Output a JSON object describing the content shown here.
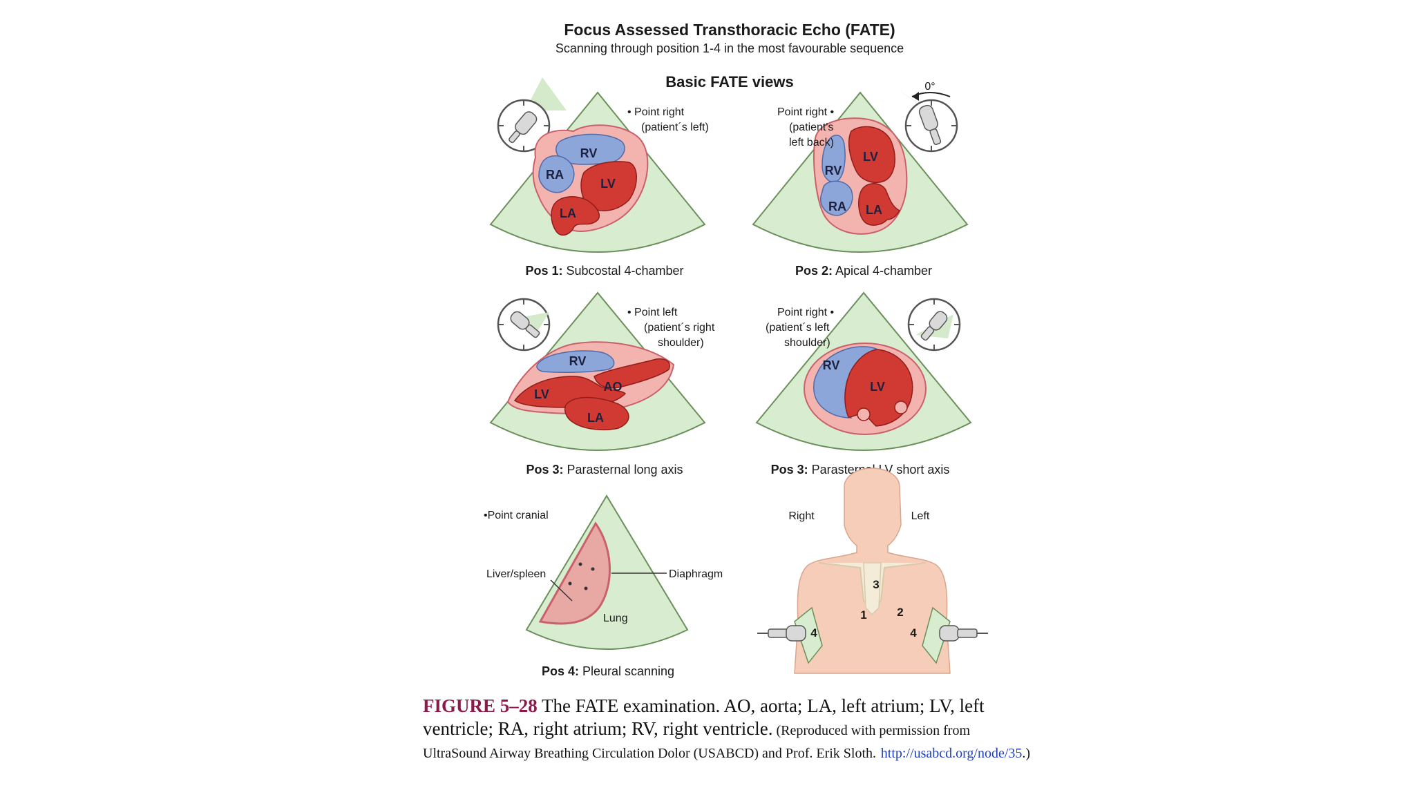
{
  "header": {
    "title": "Focus Assessed Transthoracic Echo (FATE)",
    "subtitle": "Scanning through position 1-4 in the most favourable sequence",
    "views_heading": "Basic FATE views"
  },
  "panels": {
    "pos1": {
      "caption_bold": "Pos 1:",
      "caption_text": " Subcostal 4-chamber",
      "note_lines": [
        "• Point right",
        "(patient´s left)"
      ],
      "chambers": [
        "RV",
        "RA",
        "LV",
        "LA"
      ]
    },
    "pos2": {
      "caption_bold": "Pos 2:",
      "caption_text": " Apical 4-chamber",
      "note_lines": [
        "Point right •",
        "(patient's",
        "left back)"
      ],
      "angle": "0°",
      "chambers": [
        "LV",
        "RV",
        "RA",
        "LA"
      ]
    },
    "pos3_long": {
      "caption_bold": "Pos 3:",
      "caption_text": "  Parasternal long axis",
      "note_lines": [
        "• Point left",
        "(patient´s right",
        "shoulder)"
      ],
      "chambers": [
        "RV",
        "AO",
        "LV",
        "LA"
      ]
    },
    "pos3_short": {
      "caption_bold": "Pos 3:",
      "caption_text": " Parasternal LV short axis",
      "note_lines": [
        "Point right •",
        "(patient´s left",
        "shoulder)"
      ],
      "chambers": [
        "RV",
        "LV"
      ]
    },
    "pos4": {
      "caption_bold": "Pos 4:",
      "caption_text": " Pleural scanning",
      "note": "•Point cranial",
      "labels": {
        "liver": "Liver/spleen",
        "diaphragm": "Diaphragm",
        "lung": "Lung"
      }
    },
    "body": {
      "right": "Right",
      "left": "Left",
      "positions": [
        "1",
        "2",
        "3",
        "4",
        "4"
      ]
    }
  },
  "figure_caption": {
    "label": "FIGURE 5–28",
    "text": "  The FATE examination. AO, aorta; LA, left atrium; LV, left ventricle; RA, right atrium; RV, right ventricle.",
    "credit": " (Reproduced with permission from UltraSound Airway Breathing Circulation Dolor (USABCD) and Prof. Erik Sloth.",
    "url": "http://usabcd.org/node/35",
    "closing": ".)"
  },
  "colors": {
    "fan_fill": "#d8ecd0",
    "pericardium": "#f3b3ae",
    "left_heart_red": "#d13a33",
    "right_heart_blue": "#8da6da",
    "figure_label": "#8b1a4a",
    "link": "#1f3fbf"
  }
}
